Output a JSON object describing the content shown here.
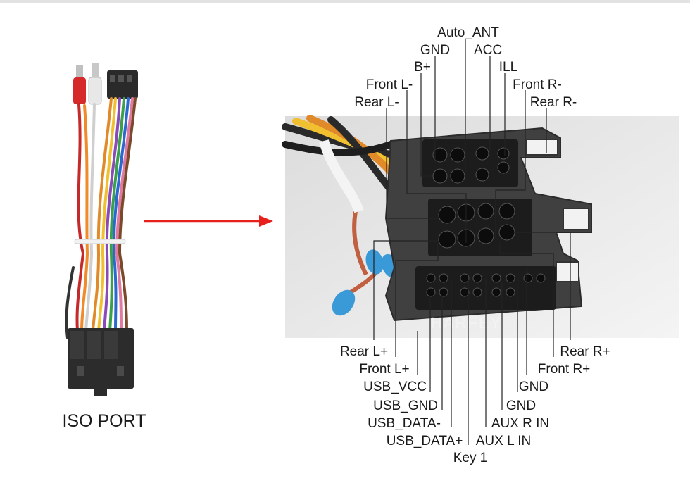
{
  "left_caption": "ISO PORT",
  "watermark": "HARFEY",
  "colors": {
    "arrow": "#e8201b",
    "connector_body": "#404040",
    "leader_line": "#222222"
  },
  "labels": {
    "top": [
      "Auto_ANT",
      "GND",
      "ACC",
      "B+",
      "ILL",
      "Front L-",
      "Front R-",
      "Rear L-",
      "Rear R-"
    ],
    "bottom": [
      "Rear L+",
      "Rear R+",
      "Front L+",
      "Front R+",
      "USB_VCC",
      "GND",
      "USB_GND",
      "GND",
      "USB_DATA-",
      "AUX R IN",
      "USB_DATA+",
      "AUX L IN",
      "Key 1"
    ]
  }
}
